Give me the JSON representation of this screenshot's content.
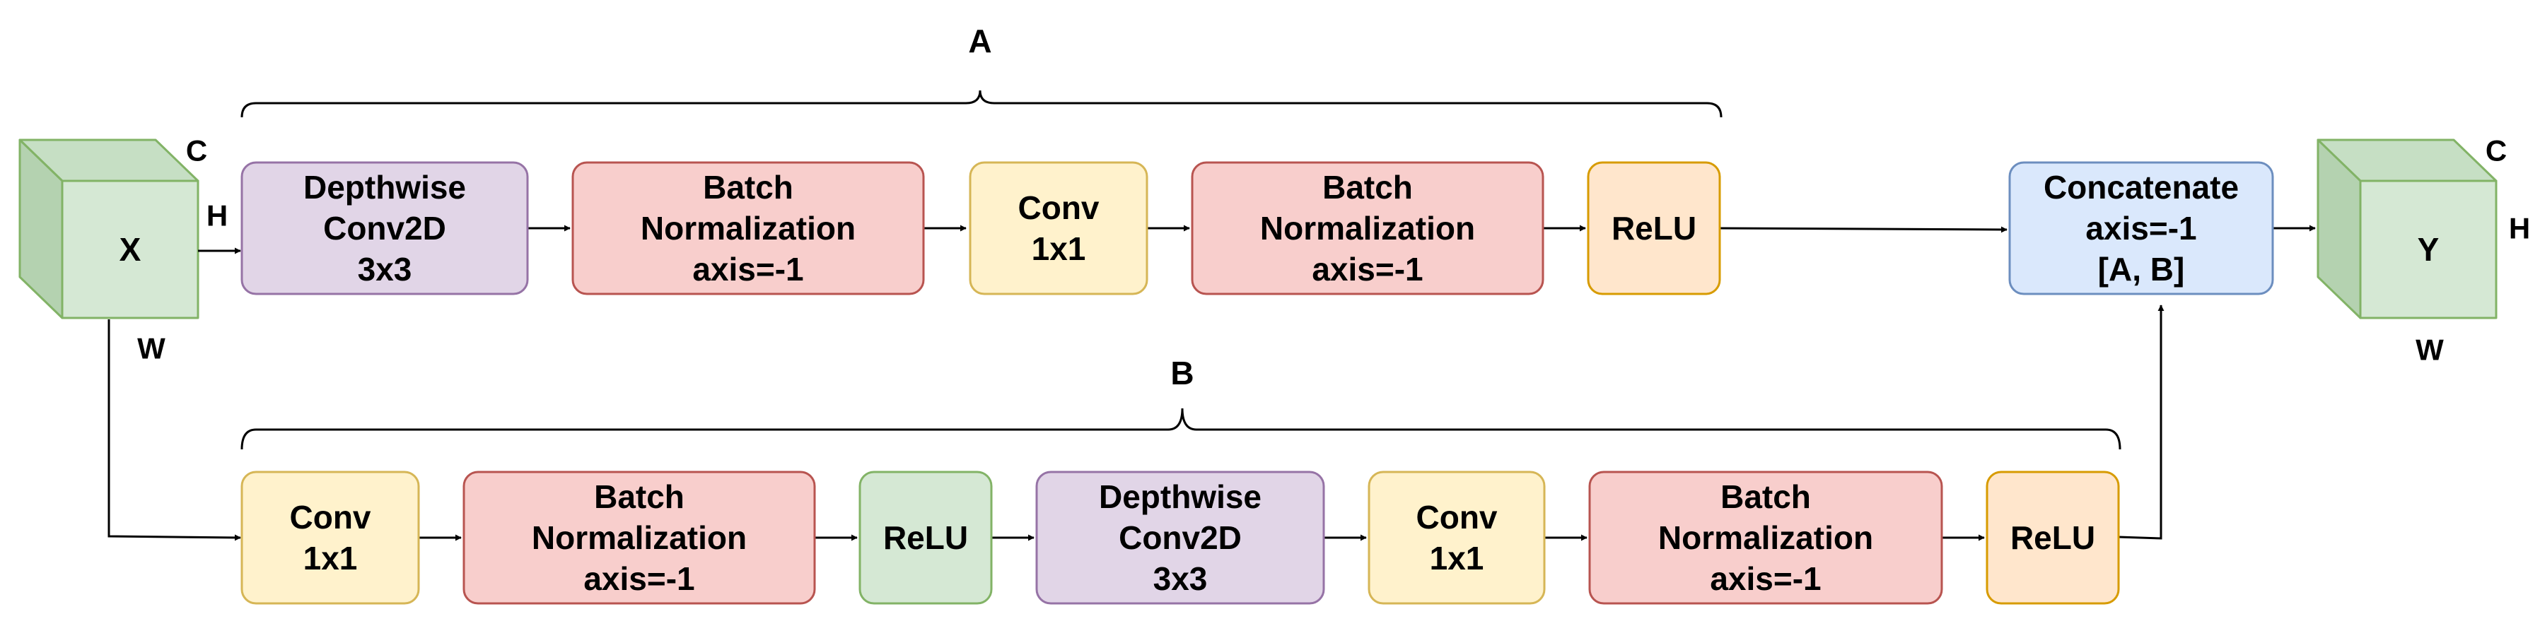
{
  "input_cube": {
    "label": "X",
    "dim_c": "C",
    "dim_h": "H",
    "dim_w": "W"
  },
  "output_cube": {
    "label": "Y",
    "dim_c": "C",
    "dim_h": "H",
    "dim_w": "W"
  },
  "branch_a": {
    "label": "A"
  },
  "branch_b": {
    "label": "B"
  },
  "colors": {
    "purple_fill": "#e1d5e7",
    "purple_stroke": "#9673a6",
    "red_fill": "#f8cecc",
    "red_stroke": "#b85450",
    "yellow_fill": "#fff2cc",
    "yellow_stroke": "#d6b656",
    "orange_fill": "#ffe6cc",
    "orange_stroke": "#d79b00",
    "green_fill": "#d5e8d4",
    "green_stroke": "#82b366",
    "blue_fill": "#dae8fc",
    "blue_stroke": "#6c8ebf",
    "cube_front": "#d5e8d4",
    "cube_top": "#c6dfc4",
    "cube_side": "#b4d2b0",
    "cube_stroke": "#82b366"
  },
  "nodes": {
    "a1": {
      "lines": [
        "Depthwise",
        "Conv2D",
        "3x3"
      ],
      "color": "purple"
    },
    "a2": {
      "lines": [
        "Batch",
        "Normalization",
        "axis=-1"
      ],
      "color": "red"
    },
    "a3": {
      "lines": [
        "Conv",
        "1x1"
      ],
      "color": "yellow"
    },
    "a4": {
      "lines": [
        "Batch",
        "Normalization",
        "axis=-1"
      ],
      "color": "red"
    },
    "a5": {
      "lines": [
        "ReLU"
      ],
      "color": "orange"
    },
    "concat": {
      "lines": [
        "Concatenate",
        "axis=-1",
        "[A, B]"
      ],
      "color": "blue"
    },
    "b1": {
      "lines": [
        "Conv",
        "1x1"
      ],
      "color": "yellow"
    },
    "b2": {
      "lines": [
        "Batch",
        "Normalization",
        "axis=-1"
      ],
      "color": "red"
    },
    "b3": {
      "lines": [
        "ReLU"
      ],
      "color": "green"
    },
    "b4": {
      "lines": [
        "Depthwise",
        "Conv2D",
        "3x3"
      ],
      "color": "purple"
    },
    "b5": {
      "lines": [
        "Conv",
        "1x1"
      ],
      "color": "yellow"
    },
    "b6": {
      "lines": [
        "Batch",
        "Normalization",
        "axis=-1"
      ],
      "color": "red"
    },
    "b7": {
      "lines": [
        "ReLU"
      ],
      "color": "orange"
    }
  }
}
